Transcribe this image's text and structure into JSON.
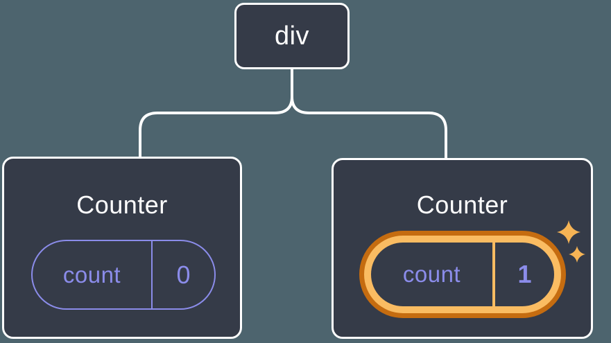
{
  "diagram": {
    "root": {
      "label": "div"
    },
    "children": [
      {
        "label": "Counter",
        "state": {
          "key": "count",
          "value": "0"
        },
        "highlighted": false
      },
      {
        "label": "Counter",
        "state": {
          "key": "count",
          "value": "1"
        },
        "highlighted": true
      }
    ],
    "colors": {
      "background": "#4d646e",
      "node_fill": "#353b48",
      "node_border": "#ffffff",
      "connector": "#ffffff",
      "state_purple": "#8b8cea",
      "highlight_orange_dark": "#c56c10",
      "highlight_orange_light": "#fabc62",
      "sparkle_gold": "#f6b455"
    }
  }
}
